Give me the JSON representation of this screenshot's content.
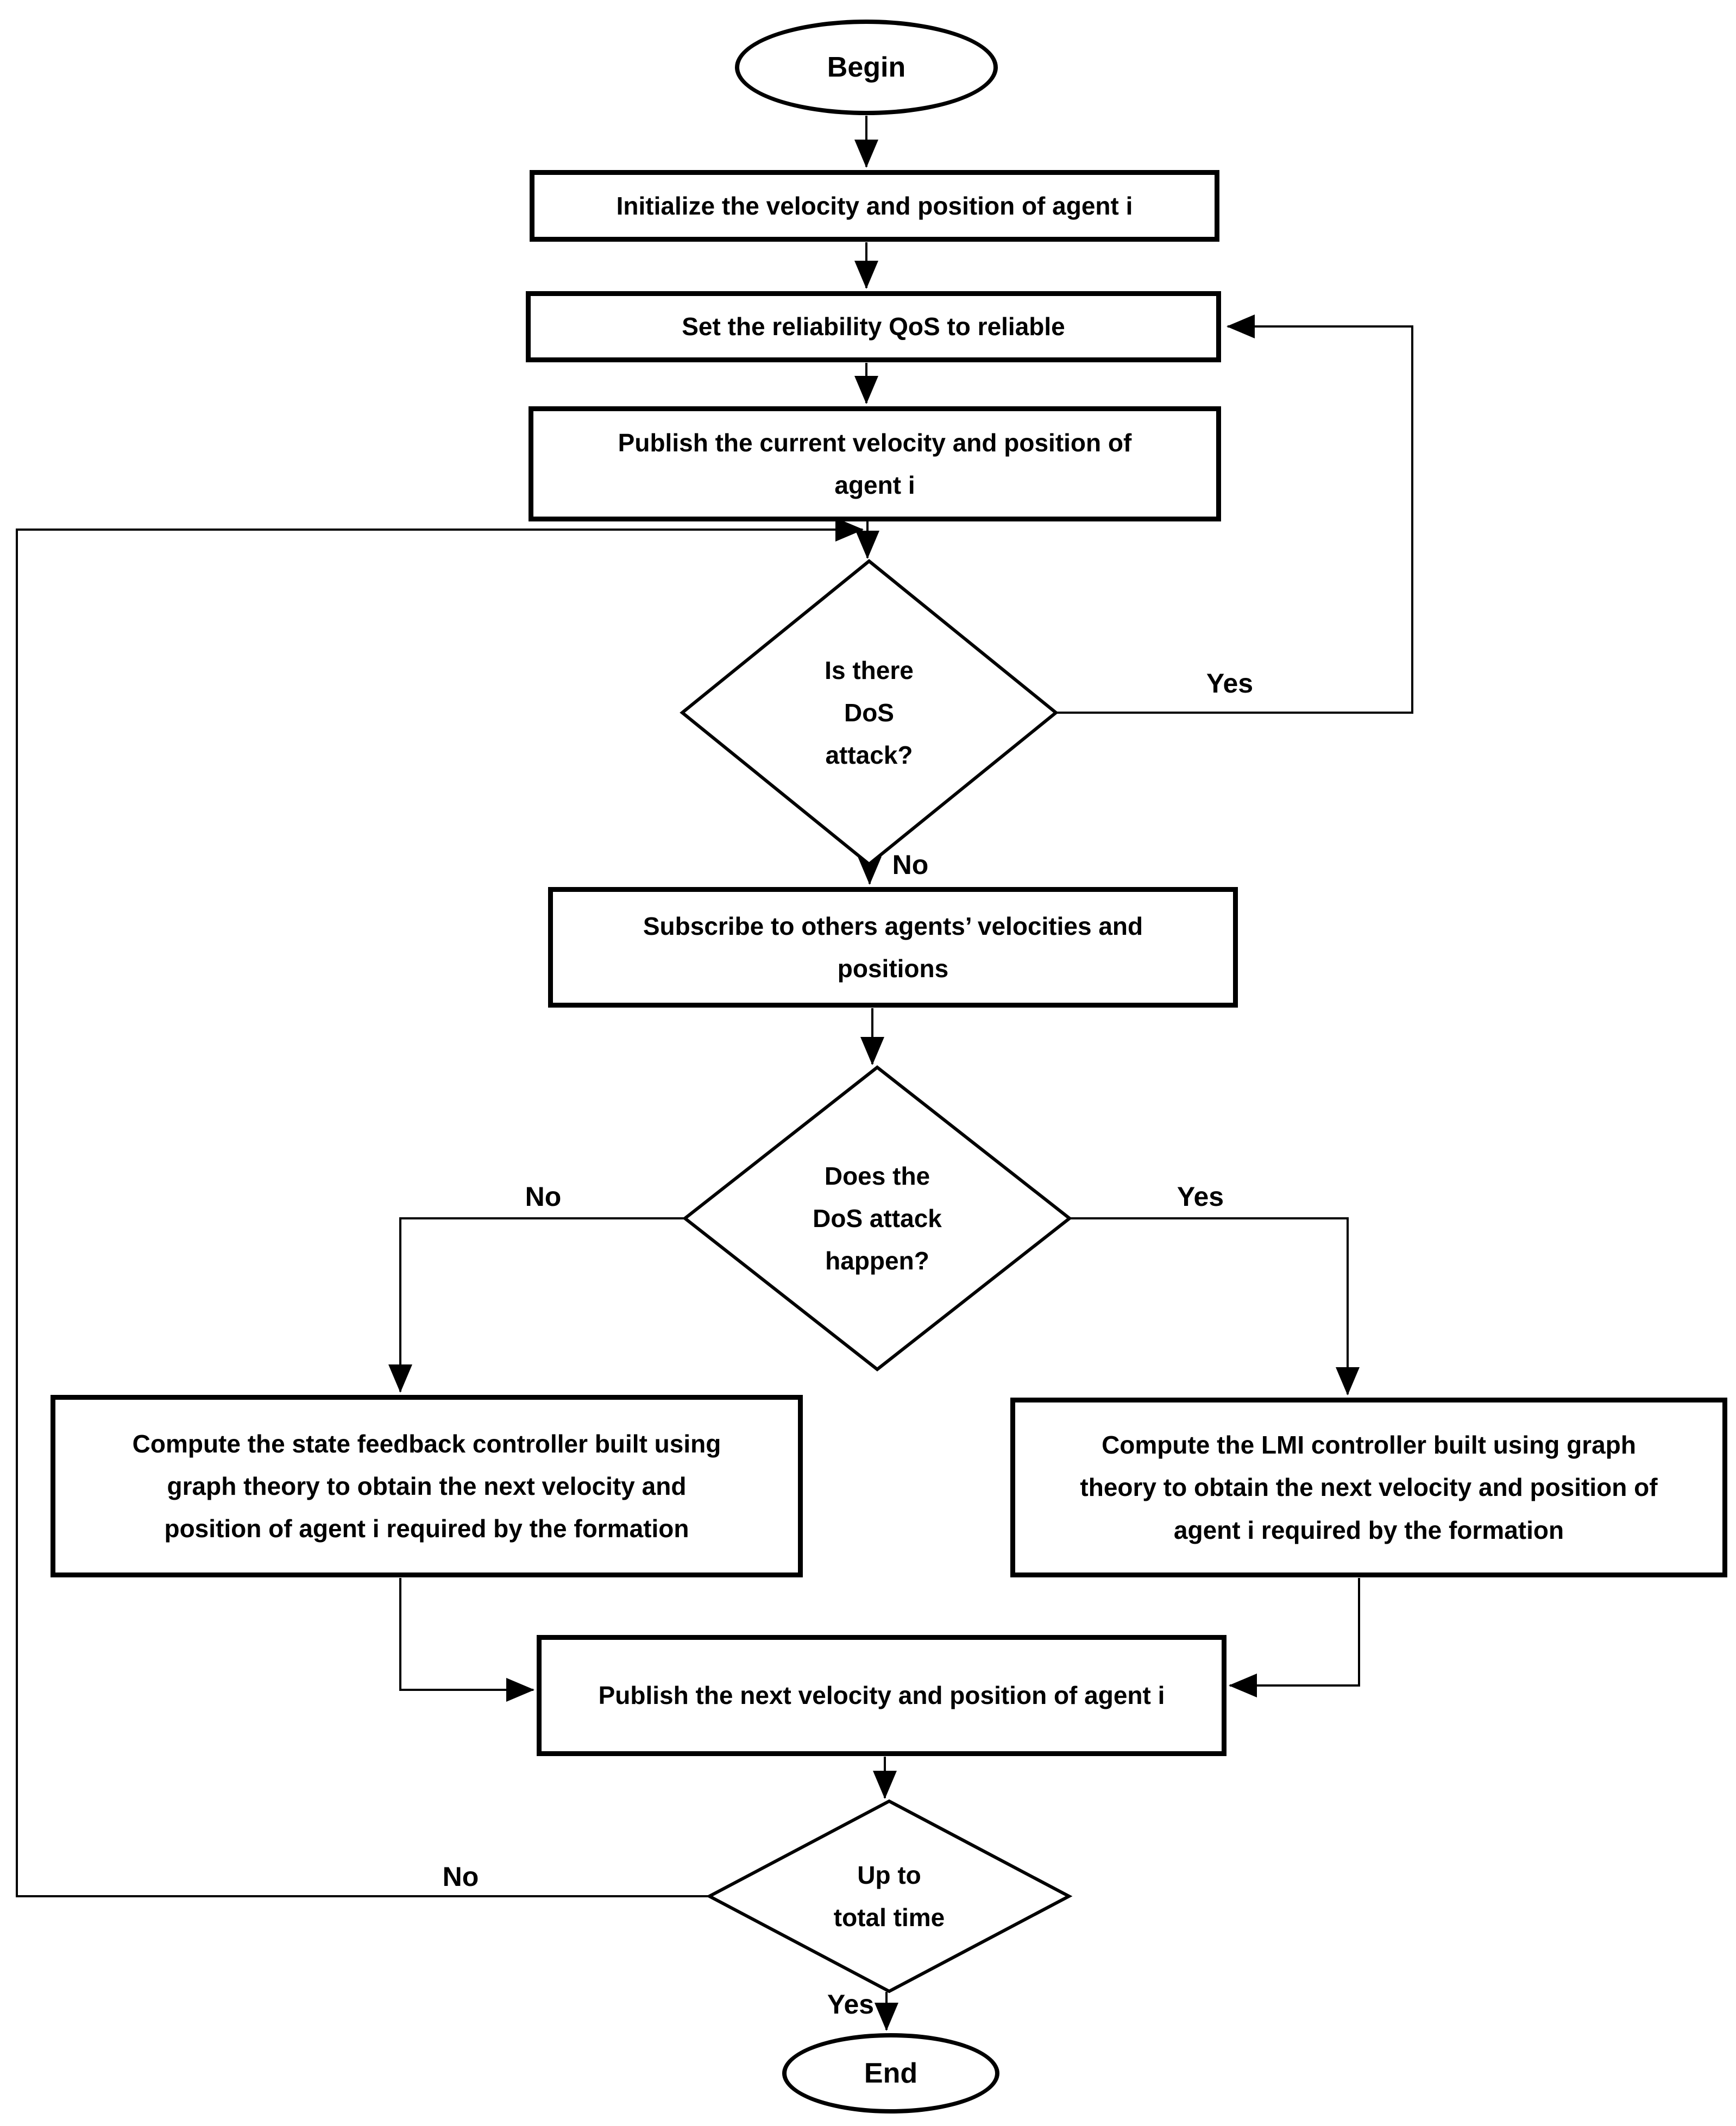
{
  "diagram": {
    "type": "flowchart",
    "colors": {
      "background": "#ffffff",
      "stroke": "#000000",
      "text": "#000000"
    },
    "nodes": {
      "begin": {
        "type": "terminator",
        "label": "Begin"
      },
      "init": {
        "type": "process",
        "label": "Initialize the velocity and position of agent i"
      },
      "set_qos": {
        "type": "process",
        "label": "Set the reliability QoS to reliable"
      },
      "publish_current": {
        "type": "process",
        "label": "Publish the current velocity and position of\nagent i"
      },
      "dos_detected": {
        "type": "decision",
        "label": "Is there\nDoS\nattack?"
      },
      "subscribe": {
        "type": "process",
        "label": "Subscribe to others agents’ velocities and\npositions"
      },
      "dos_happen": {
        "type": "decision",
        "label": "Does the\nDoS attack\nhappen?"
      },
      "state_feedback": {
        "type": "process",
        "label": "Compute the state feedback controller built using\ngraph theory to obtain the next velocity and\nposition of agent i required by the formation"
      },
      "lmi": {
        "type": "process",
        "label": "Compute the LMI controller built using graph\ntheory to obtain the next velocity and position of\nagent i required by the formation"
      },
      "publish_next": {
        "type": "process",
        "label": "Publish the next velocity and position of agent i"
      },
      "up_to_total": {
        "type": "decision",
        "label": "Up to\ntotal time"
      },
      "end": {
        "type": "terminator",
        "label": "End"
      }
    },
    "edge_labels": {
      "dos_detected_yes": "Yes",
      "dos_detected_no": "No",
      "dos_happen_no": "No",
      "dos_happen_yes": "Yes",
      "up_to_total_no": "No",
      "up_to_total_yes": "Yes"
    }
  }
}
